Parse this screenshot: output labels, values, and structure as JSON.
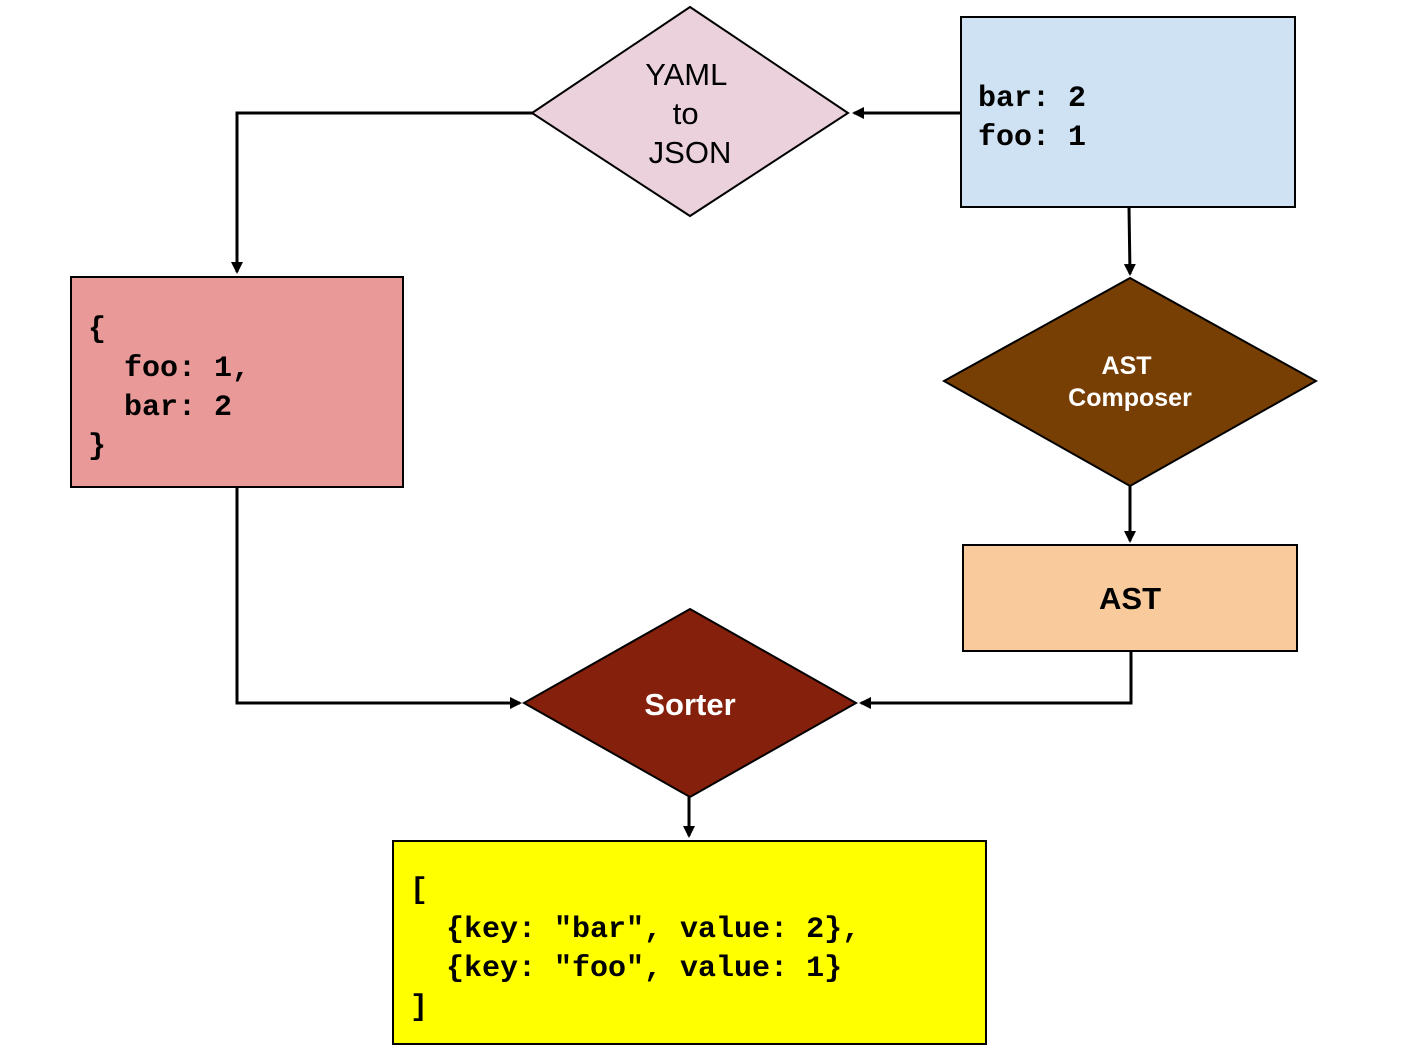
{
  "nodes": {
    "yaml_input": {
      "lines": [
        "bar: 2",
        "foo: 1"
      ],
      "fill": "#cfe2f3"
    },
    "yaml_to_json": {
      "lines": [
        "YAML",
        "to",
        "JSON"
      ],
      "fill": "#ead1dc"
    },
    "json_object": {
      "lines": [
        "{",
        "  foo: 1,",
        "  bar: 2",
        "}"
      ],
      "fill": "#ea9999"
    },
    "ast_composer": {
      "lines": [
        "AST",
        "Composer"
      ],
      "fill": "#783f04",
      "text_color": "#ffffff"
    },
    "ast": {
      "lines": [
        "AST"
      ],
      "fill": "#f9cb9c"
    },
    "sorter": {
      "lines": [
        "Sorter"
      ],
      "fill": "#85200c",
      "text_color": "#ffffff"
    },
    "sorted_output": {
      "lines": [
        "[",
        "  {key: \"bar\", value: 2},",
        "  {key: \"foo\", value: 1}",
        "]"
      ],
      "fill": "#ffff00"
    }
  },
  "edges": [
    {
      "from": "yaml_input",
      "to": "yaml_to_json"
    },
    {
      "from": "yaml_to_json",
      "to": "json_object"
    },
    {
      "from": "yaml_input",
      "to": "ast_composer"
    },
    {
      "from": "ast_composer",
      "to": "ast"
    },
    {
      "from": "json_object",
      "to": "sorter"
    },
    {
      "from": "ast",
      "to": "sorter"
    },
    {
      "from": "sorter",
      "to": "sorted_output"
    }
  ],
  "colors": {
    "stroke": "#000000"
  }
}
